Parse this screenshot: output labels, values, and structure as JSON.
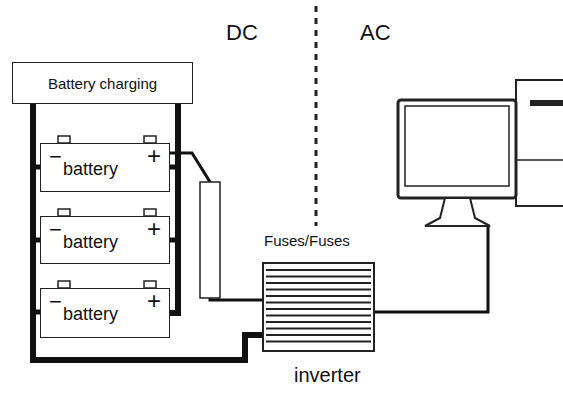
{
  "diagram": {
    "nodes": [
      {
        "text": [
          "Battery charging"
        ]
      },
      {
        "text": [
          "−",
          "battery",
          "+"
        ]
      },
      {
        "text": [
          "−",
          "battery",
          "+"
        ]
      },
      {
        "text": [
          "−",
          "battery",
          "+"
        ]
      },
      {
        "text": [
          "Fuses/Fuses",
          "inverter"
        ]
      }
    ],
    "edges": [
      {
        "from": 0,
        "to": 3,
        "arrow": "none"
      },
      {
        "from": 0,
        "to": 4,
        "arrow": "none"
      },
      {
        "from": 1,
        "to": 4,
        "arrow": "none"
      }
    ],
    "labels": [
      "DC",
      "AC"
    ]
  }
}
